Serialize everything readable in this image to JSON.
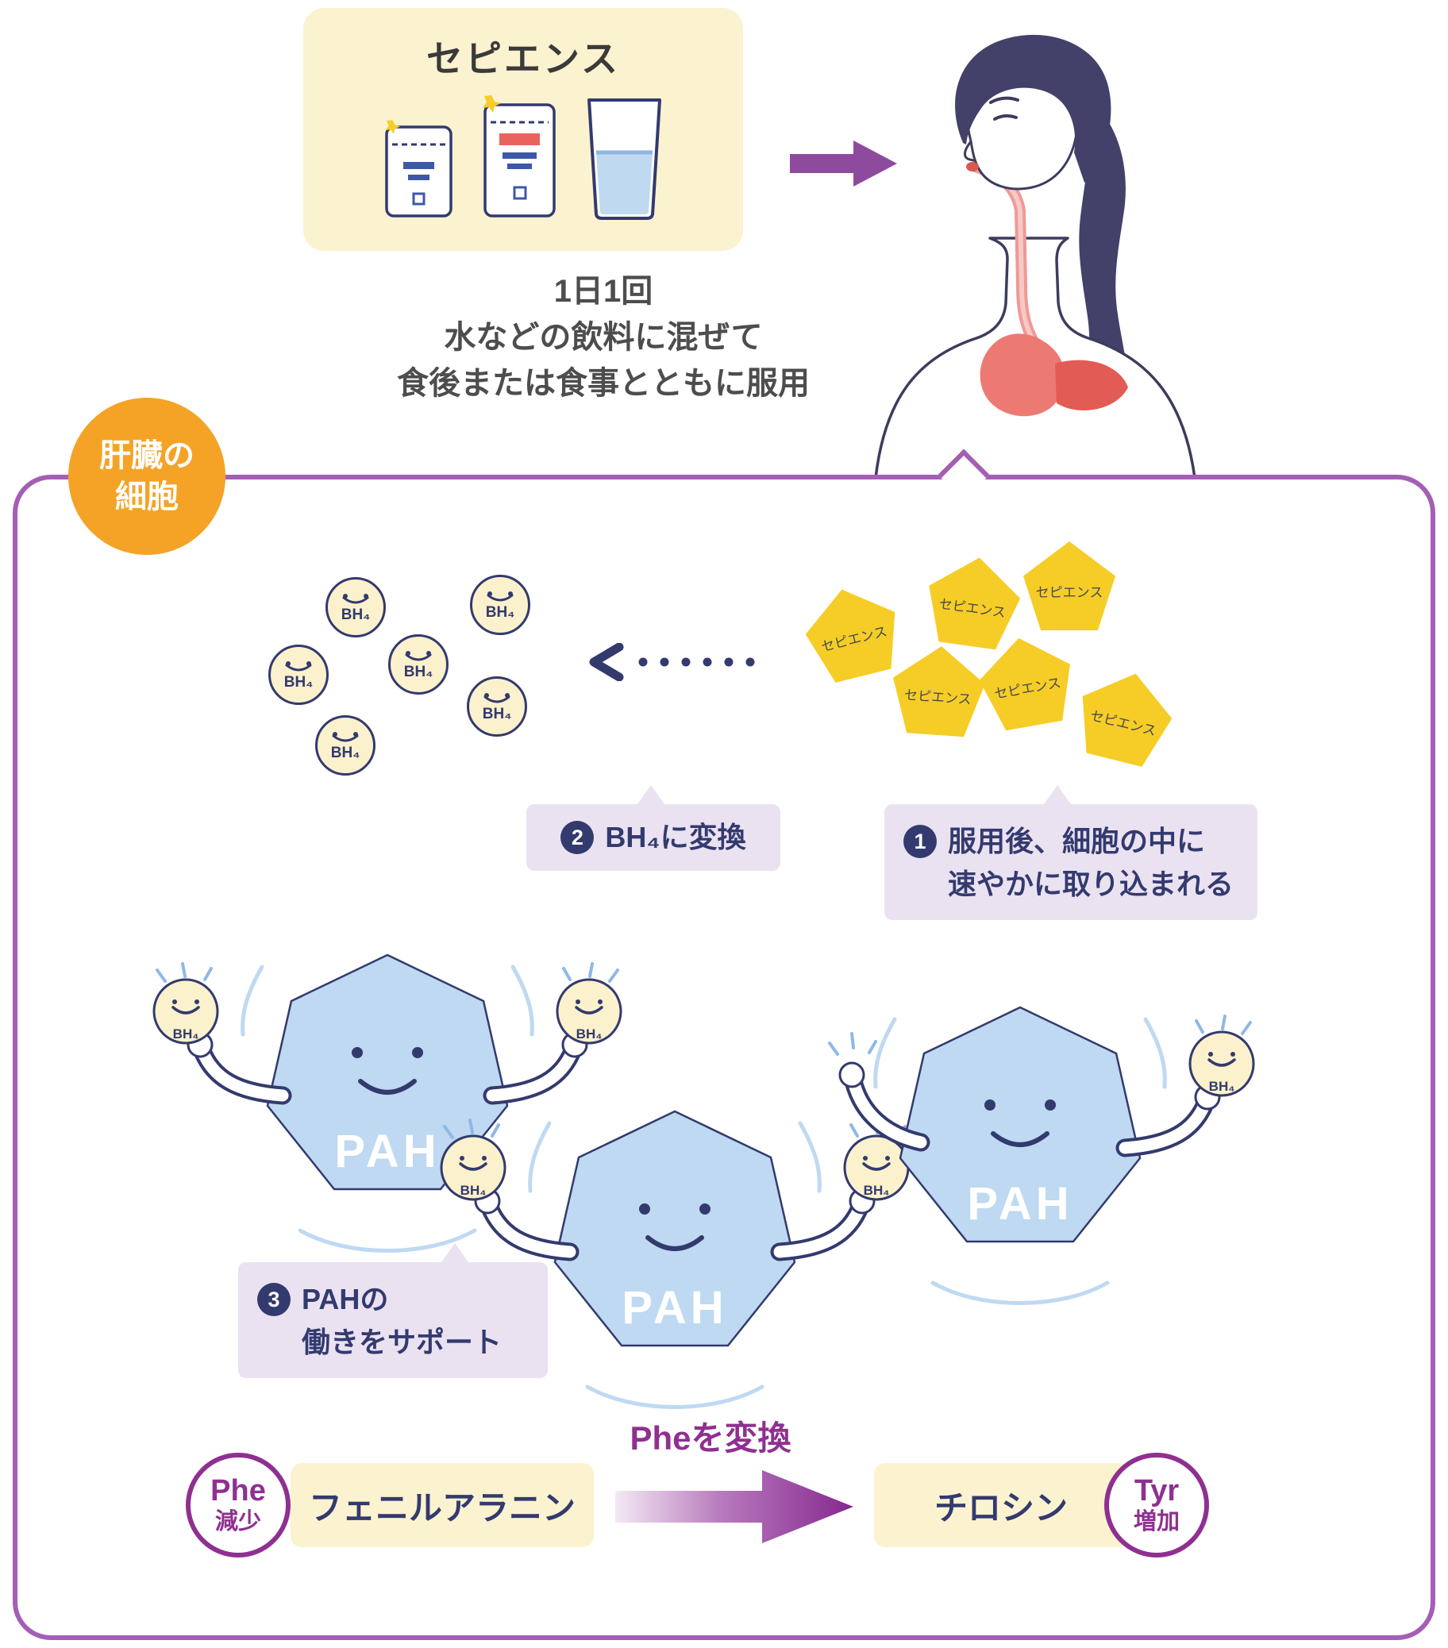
{
  "colors": {
    "accent_purple": "#A45FB5",
    "deep_purple": "#8F3090",
    "navy": "#333A6E",
    "cream": "#FBF2D0",
    "gold": "#F6CD27",
    "orange": "#F5A326",
    "lavender": "#EAE2F1",
    "light_blue": "#BED9F1"
  },
  "product": {
    "title": "セピエンス"
  },
  "dosage": {
    "lines": [
      "1日1回",
      "水などの飲料に混ぜて",
      "食後または食事とともに服用"
    ]
  },
  "liver_badge": {
    "lines": [
      "肝臓の",
      "細胞"
    ]
  },
  "cell": {
    "pentagon_label": "セピエンス",
    "bh4_label": "BH₄",
    "pah_label": "PAH",
    "steps": {
      "one": {
        "num": "1",
        "line1": "服用後、細胞の中に",
        "line2": "速やかに取り込まれる"
      },
      "two": {
        "num": "2",
        "text": "BH₄に変換"
      },
      "three": {
        "num": "3",
        "line1": "PAHの",
        "line2": "働きをサポート"
      }
    },
    "conversion": {
      "title": "Pheを変換",
      "phe_box": "フェニルアラニン",
      "phe_circle_top": "Phe",
      "phe_circle_bottom": "減少",
      "tyr_box": "チロシン",
      "tyr_circle_top": "Tyr",
      "tyr_circle_bottom": "増加"
    }
  }
}
